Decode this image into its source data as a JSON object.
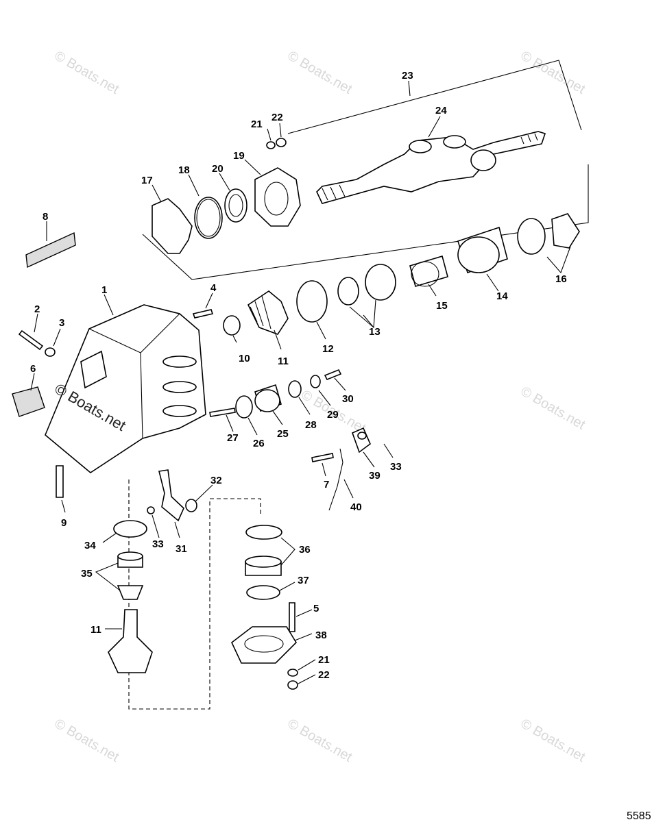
{
  "watermark_text": "© Boats.net",
  "reference_number": "5585",
  "callouts": [
    "1",
    "2",
    "3",
    "4",
    "5",
    "6",
    "7",
    "8",
    "9",
    "10",
    "11",
    "11",
    "12",
    "13",
    "14",
    "15",
    "16",
    "17",
    "18",
    "19",
    "20",
    "21",
    "21",
    "22",
    "22",
    "23",
    "24",
    "25",
    "26",
    "27",
    "28",
    "29",
    "30",
    "31",
    "32",
    "33",
    "33",
    "34",
    "35",
    "36",
    "37",
    "38",
    "39",
    "40"
  ]
}
